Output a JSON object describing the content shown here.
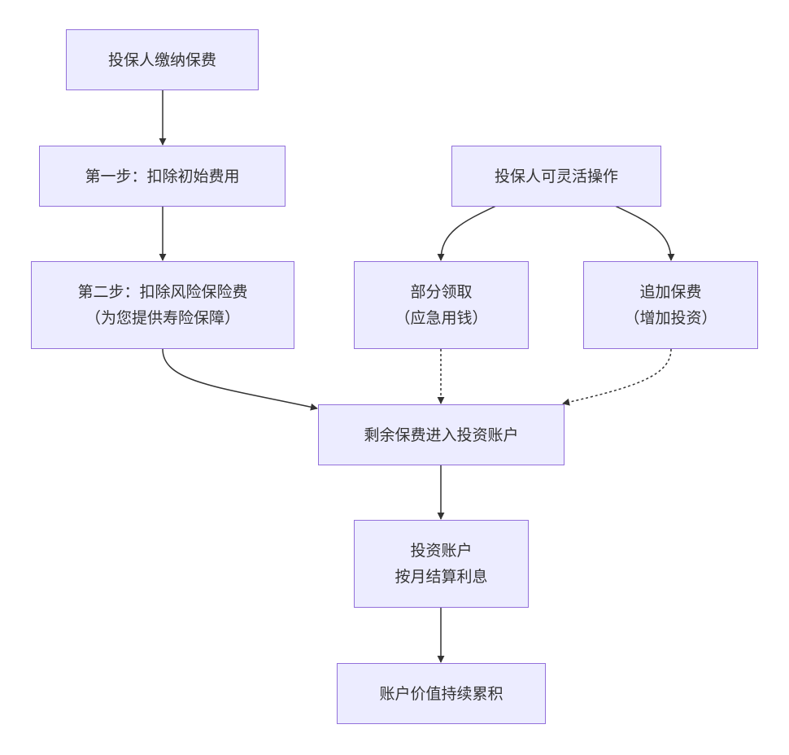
{
  "nodes": {
    "pay": {
      "lines": [
        "投保人缴纳保费"
      ]
    },
    "step1": {
      "lines": [
        "第一步：扣除初始费用"
      ]
    },
    "step2": {
      "lines": [
        "第二步：扣除风险保险费",
        "（为您提供寿险保障）"
      ]
    },
    "flex": {
      "lines": [
        "投保人可灵活操作"
      ]
    },
    "withdraw": {
      "lines": [
        "部分领取",
        "（应急用钱）"
      ]
    },
    "topup": {
      "lines": [
        "追加保费",
        "（增加投资）"
      ]
    },
    "remain": {
      "lines": [
        "剩余保费进入投资账户"
      ]
    },
    "account": {
      "lines": [
        "投资账户",
        "按月结算利息"
      ]
    },
    "grow": {
      "lines": [
        "账户价值持续累积"
      ]
    }
  },
  "edges": [
    {
      "from": "pay",
      "to": "step1",
      "style": "solid"
    },
    {
      "from": "step1",
      "to": "step2",
      "style": "solid"
    },
    {
      "from": "step2",
      "to": "remain",
      "style": "solid"
    },
    {
      "from": "flex",
      "to": "withdraw",
      "style": "solid"
    },
    {
      "from": "flex",
      "to": "topup",
      "style": "solid"
    },
    {
      "from": "withdraw",
      "to": "remain",
      "style": "dotted"
    },
    {
      "from": "topup",
      "to": "remain",
      "style": "dotted"
    },
    {
      "from": "remain",
      "to": "account",
      "style": "solid"
    },
    {
      "from": "account",
      "to": "grow",
      "style": "solid"
    }
  ],
  "colors": {
    "node_fill": "#ececff",
    "node_stroke": "#9370db",
    "text": "#333333",
    "edge": "#333333"
  }
}
